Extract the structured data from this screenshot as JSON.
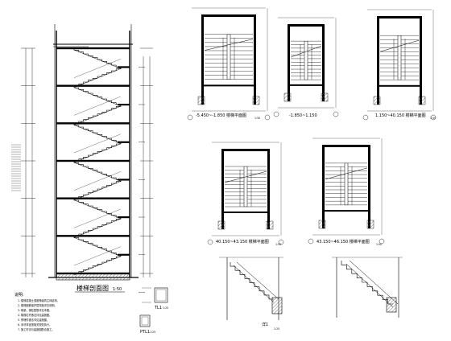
{
  "section": {
    "title": "楼梯剖面图",
    "scale": "1:50"
  },
  "plans": [
    {
      "id": "plan-1",
      "title": "-5.450~-1.850 楼梯平面图",
      "scale": "1:50"
    },
    {
      "id": "plan-2",
      "title": "-1.850~1.150",
      "scale": ""
    },
    {
      "id": "plan-3",
      "title": "1.150~40.150 楼梯平面图",
      "scale": "1:50"
    },
    {
      "id": "plan-4",
      "title": "40.150~43.150 楼梯平面图",
      "scale": "1:50"
    },
    {
      "id": "plan-5",
      "title": "43.150~46.150 楼梯平面图",
      "scale": "1:50"
    }
  ],
  "details": {
    "detail_1_label": "详1",
    "detail_1_scale": "1:25",
    "small_label_1": "TL1",
    "small_label_1_scale": "1:25",
    "small_label_2": "PTL1",
    "small_label_2_scale": "1:25"
  },
  "notes": {
    "heading": "说明:",
    "lines": [
      "1. 楼梯混凝土强度等级同主体结构。",
      "2. 楼梯钢筋保护层厚度详总说明。",
      "3. 梯梁、梯柱配筋详见本图。",
      "4. 楼梯栏杆做法详见建施图。",
      "5. 预埋件做法详见建施图。",
      "6. 未尽事宜按相关规范执行。",
      "7. 施工时请与建施图配合施工。"
    ]
  },
  "colors": {
    "line": "#000000",
    "hatch": "#555555",
    "paper": "#ffffff"
  }
}
